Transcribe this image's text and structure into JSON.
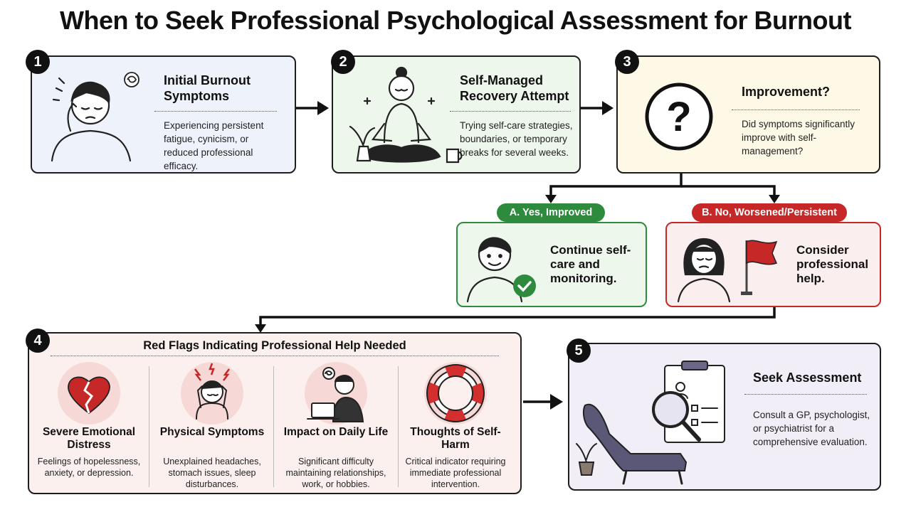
{
  "title": "When to Seek Professional Psychological Assessment for Burnout",
  "steps": [
    {
      "number": "1",
      "title": "Initial Burnout Symptoms",
      "description": "Experiencing persistent fatigue, cynicism, or reduced professional efficacy."
    },
    {
      "number": "2",
      "title": "Self-Managed Recovery Attempt",
      "description": "Trying self-care strategies, boundaries, or temporary breaks for several weeks."
    },
    {
      "number": "3",
      "title": "Improvement?",
      "description": "Did symptoms significantly improve with self-management?"
    }
  ],
  "outcomes": [
    {
      "label": "A. Yes, Improved",
      "text": "Continue self-care and monitoring.",
      "color": "#2e8b3e"
    },
    {
      "label": "B. No, Worsened/Persistent",
      "text": "Consider professional help.",
      "color": "#c62828"
    }
  ],
  "red_flags": {
    "number": "4",
    "title": "Red Flags Indicating Professional Help Needed",
    "items": [
      {
        "title": "Severe Emotional Distress",
        "description": "Feelings of hopelessness, anxiety, or depression.",
        "icon": "broken-heart-icon"
      },
      {
        "title": "Physical Symptoms",
        "description": "Unexplained headaches, stomach issues, sleep disturbances.",
        "icon": "headache-person-icon"
      },
      {
        "title": "Impact on Daily Life",
        "description": "Significant difficulty maintaining relationships, work, or hobbies.",
        "icon": "stressed-worker-icon"
      },
      {
        "title": "Thoughts of Self-Harm",
        "description": "Critical indicator requiring immediate professional intervention.",
        "icon": "lifebuoy-icon"
      }
    ]
  },
  "assessment": {
    "number": "5",
    "title": "Seek Assessment",
    "description": "Consult a GP, psychologist, or psychiatrist for a comprehensive evaluation."
  },
  "colors": {
    "step1_bg": "#eef3fb",
    "step2_bg": "#eef7ec",
    "step3_bg": "#fdf9e6",
    "improved_bg": "#eef7ec",
    "worsened_bg": "#fbeeee",
    "redflags_bg": "#fbf0ee",
    "assessment_bg": "#f1eef8",
    "green": "#2e8b3e",
    "red": "#c62828"
  }
}
